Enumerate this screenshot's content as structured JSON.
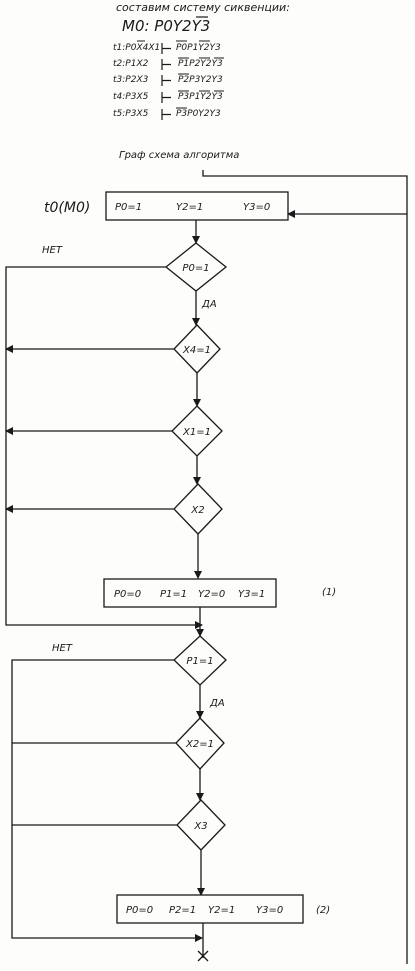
{
  "header": {
    "title": "составим систему сиквенции:",
    "m0_equation": "M0: P0Y2Y3"
  },
  "sequences": [
    {
      "condition": "t1:P0X4X1",
      "result": "P0P1Y2Y3"
    },
    {
      "condition": "t2:P1X2",
      "result": "P1P2Y2Y3"
    },
    {
      "condition": "t3:P2X3",
      "result": "P2P3Y2Y3"
    },
    {
      "condition": "t4:P3X5",
      "result": "P3P1Y2Y3"
    },
    {
      "condition": "t5:P3X5",
      "result": "P3P0Y2Y3"
    }
  ],
  "graph_title": "Граф схема алгоритма",
  "diagram": {
    "t0_label": "t0(M0)",
    "box1": {
      "items": [
        "P0=1",
        "Y2=1",
        "Y3=0"
      ]
    },
    "decisions": [
      "P0=1",
      "X4=1",
      "X1=1",
      "X2",
      "P1=1",
      "X2=1",
      "X3"
    ],
    "box2": {
      "items": [
        "P0=0",
        "P1=1",
        "Y2=0",
        "Y3=1"
      ],
      "tag": "(1)"
    },
    "box3": {
      "items": [
        "P0=0",
        "P2=1",
        "Y2=1",
        "Y3=0"
      ],
      "tag": "(2)"
    },
    "no_label": "НЕТ",
    "yes_label": "ДА"
  }
}
